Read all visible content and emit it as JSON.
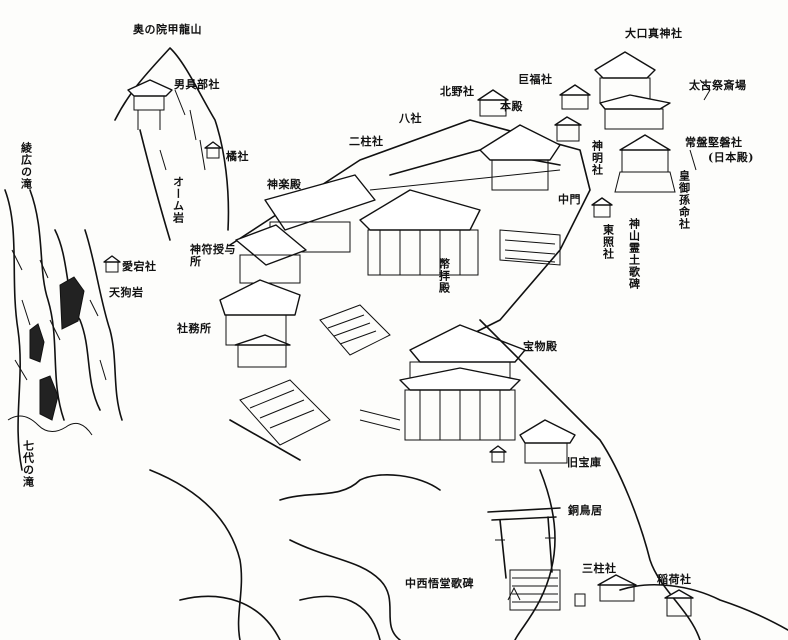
{
  "labels": {
    "okunoin": "奥の院甲龍山",
    "otogubeya": "男具部社",
    "tachibana": "橘社",
    "oomuiwa": "オーム岩",
    "ayahiro_taki": "綾広の滝",
    "atago": "愛宕社",
    "tengu_iwa": "天狗岩",
    "nanayo_taki": "七代の滝",
    "kagura": "神楽殿",
    "shinpu": "神符授与所",
    "shamusho": "社務所",
    "hashira2": "二柱社",
    "hachi": "八社",
    "kitano": "北野社",
    "kyofuku": "巨福社",
    "honden": "本殿",
    "shinmei": "神明社",
    "ookuchi": "大口真神社",
    "futomani": "太古祭斎場",
    "tokiwa": "常盤堅磐社",
    "nihonden": "(日本殿)",
    "komagomei": "皇御孫命社",
    "chumon": "中門",
    "toushou": "東照社",
    "kamiyama": "神山霊土歌碑",
    "haiden": "幣拝殿",
    "homotsu": "宝物殿",
    "kyuhouko": "旧宝庫",
    "dorii": "銅鳥居",
    "nakanishi": "中西悟堂歌碑",
    "hashira3": "三柱社",
    "inari": "稲荷社"
  },
  "colors": {
    "ink": "#111111",
    "paper": "#fdfdfb"
  }
}
